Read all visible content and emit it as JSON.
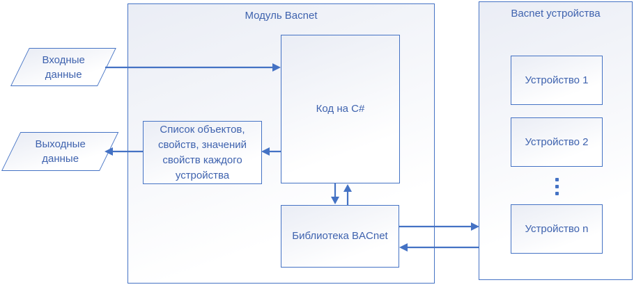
{
  "colors": {
    "stroke": "#4472C4",
    "text": "#3E62AE",
    "fill_top": "#EAEDF5",
    "fill_bottom": "#FFFFFF"
  },
  "diagram": {
    "module": {
      "title": "Модуль Bacnet"
    },
    "devices_panel": {
      "title": "Bacnet устройства",
      "devices": [
        {
          "label": "Устройство 1"
        },
        {
          "label": "Устройство 2"
        },
        {
          "label": "Устройство n"
        }
      ],
      "ellipsis_icon": "vertical-ellipsis"
    },
    "input": {
      "label": "Входные данные"
    },
    "output": {
      "label": "Выходные данные"
    },
    "code": {
      "label": "Код на C#"
    },
    "list": {
      "label": "Список объектов, свойств, значений свойств каждого устройства"
    },
    "library": {
      "label": "Библиотека BACnet"
    }
  }
}
